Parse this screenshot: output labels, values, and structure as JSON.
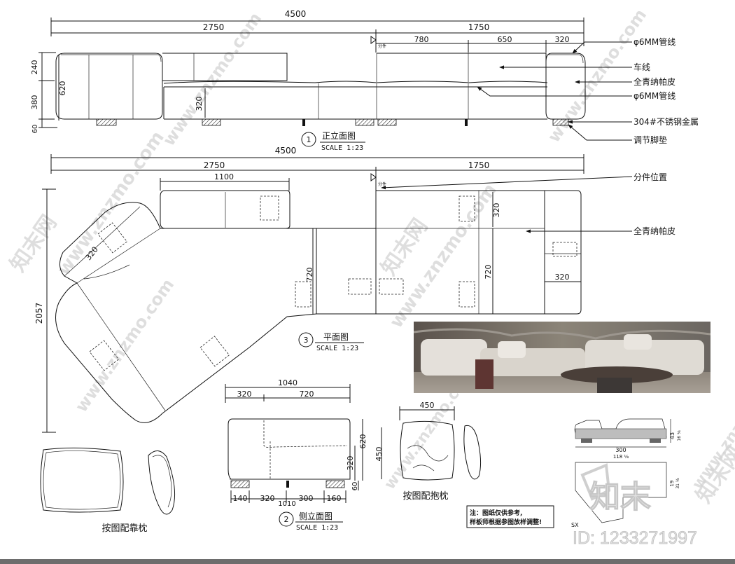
{
  "dims": {
    "front_total": "4500",
    "front_left": "2750",
    "front_right": "1750",
    "front_780": "780",
    "front_650": "650",
    "front_320": "320",
    "front_240": "240",
    "front_620": "620",
    "front_380": "380",
    "front_60": "60",
    "front_inner_320": "320",
    "plan_total": "4500",
    "plan_left": "2750",
    "plan_right": "1750",
    "plan_1100": "1100",
    "plan_2057": "2057",
    "plan_320_angle": "320",
    "plan_720_a": "720",
    "plan_720_b": "720",
    "plan_320_top": "320",
    "plan_320_right": "320",
    "side_1040": "1040",
    "side_320_top": "320",
    "side_720": "720",
    "side_320_right": "320",
    "side_620": "620",
    "side_450": "450",
    "side_60": "60",
    "side_140": "140",
    "side_320_bot": "320",
    "side_1010": "1010",
    "side_300": "300",
    "side_160": "160",
    "pillow_450": "450",
    "ref_43": "43",
    "ref_16": "16 ⅛",
    "ref_300": "300",
    "ref_118": "118 ⅛",
    "ref_19": "19",
    "ref_31": "31 ⅛"
  },
  "annotations": {
    "pipe_6mm_1": "φ6MM管线",
    "stitch": "车线",
    "napa_leather_1": "全青纳帕皮",
    "pipe_6mm_2": "φ6MM管线",
    "steel_304": "304#不锈钢金属",
    "adj_foot": "调节脚垫",
    "split_pos": "分件位置",
    "napa_leather_2": "全青纳帕皮",
    "split_tag_1": "分件",
    "split_tag_2": "分件"
  },
  "views": {
    "front": {
      "num": "1",
      "title": "正立面图",
      "scale": "SCALE 1:23"
    },
    "plan": {
      "num": "3",
      "title": "平面图",
      "scale": "SCALE 1:23"
    },
    "side": {
      "num": "2",
      "title": "侧立面图",
      "scale": "SCALE 1:23"
    }
  },
  "labels": {
    "back_cushion": "按图配靠枕",
    "throw_pillow": "按图配抱枕",
    "ref_sx": "SX"
  },
  "note": {
    "line1": "注：图纸仅供参考,",
    "line2": "样板师根据参图放样调整!"
  },
  "watermark": {
    "text": "www.znzmo.com",
    "brand": "知末网",
    "logo_text": "知末",
    "id": "ID: 1233271997"
  }
}
